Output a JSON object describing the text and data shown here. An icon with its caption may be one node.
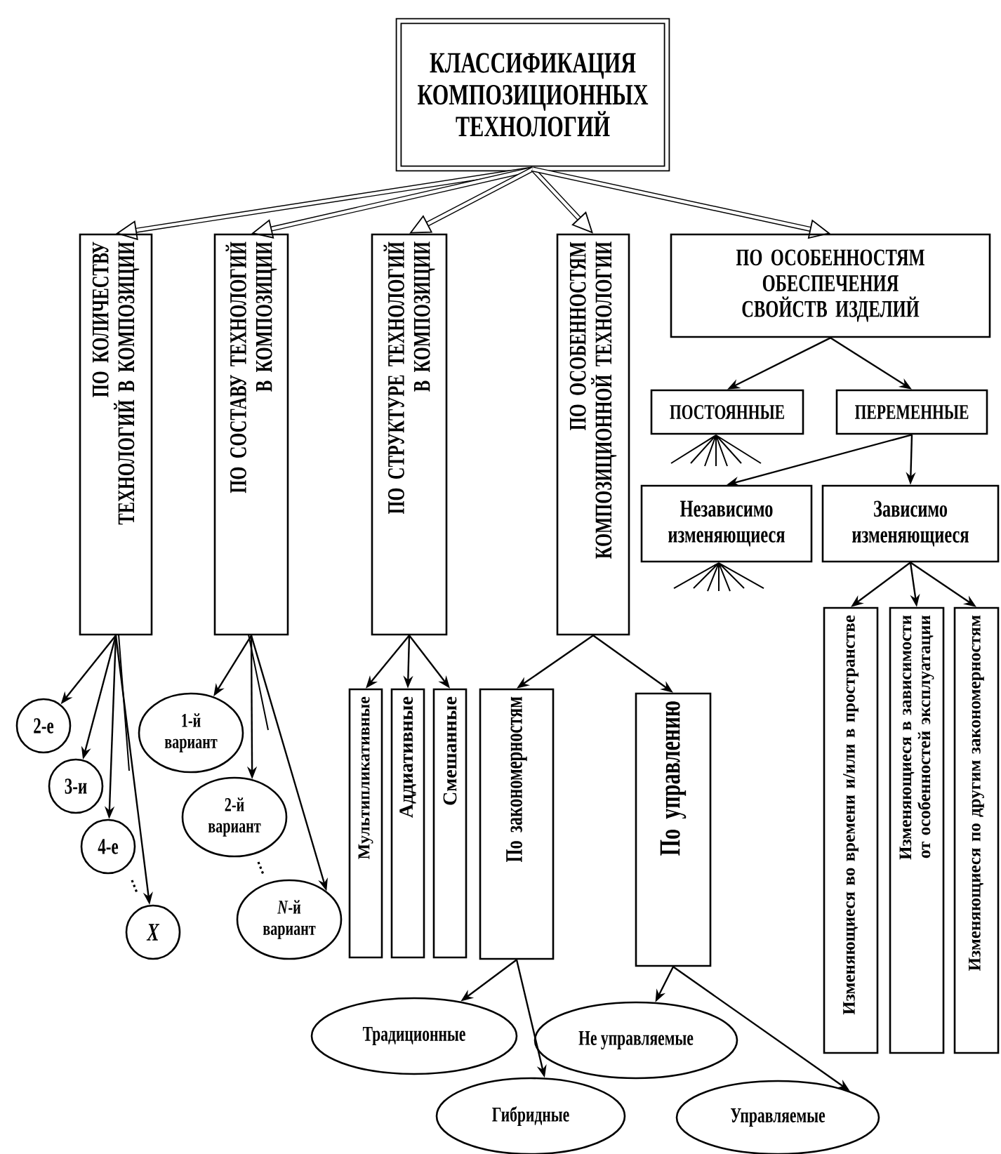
{
  "diagram": {
    "nodes": [
      {
        "text": [
          "КЛАССИФИКАЦИЯ КОМПОЗИЦИОННЫХ ТЕХНОЛОГИЙ"
        ]
      },
      {
        "text": [
          "ПО КОЛИЧЕСТВУ ТЕХНОЛОГИЙ В КОМПОЗИЦИИ"
        ]
      },
      {
        "text": [
          "ПО СОСТАВУ ТЕХНОЛОГИЙ В КОМПОЗИЦИИ"
        ]
      },
      {
        "text": [
          "ПО СТРУКТУРЕ ТЕХНОЛОГИЙ В КОМПОЗИЦИИ"
        ]
      },
      {
        "text": [
          "ПО ОСОБЕННОСТЯМ КОМПОЗИЦИОННОЙ ТЕХНОЛОГИИ"
        ]
      },
      {
        "text": [
          "ПО ОСОБЕННОСТЯМ ОБЕСПЕЧЕНИЯ СВОЙСТВ ИЗДЕЛИЙ"
        ]
      },
      {
        "text": [
          "ПОСТОЯННЫЕ"
        ]
      },
      {
        "text": [
          "ПЕРЕМЕННЫЕ"
        ]
      },
      {
        "text": [
          "Независимо изменяющиеся"
        ]
      },
      {
        "text": [
          "Зависимо изменяющиеся"
        ]
      },
      {
        "text": [
          "Изменяющиеся во времени и/или в пространстве"
        ]
      },
      {
        "text": [
          "Изменяющиеся в зависимости от особенностей эксплуатации"
        ]
      },
      {
        "text": [
          "Изменяющиеся по другим закономерностям"
        ]
      },
      {
        "text": [
          "2-е"
        ]
      },
      {
        "text": [
          "3-и"
        ]
      },
      {
        "text": [
          "4-е"
        ]
      },
      {
        "text": [
          "X"
        ]
      },
      {
        "text": [
          "1-й вариант"
        ]
      },
      {
        "text": [
          "2-й вариант"
        ]
      },
      {
        "text": [
          "*N*-й вариант"
        ]
      },
      {
        "text": [
          "Мультипликативные"
        ]
      },
      {
        "text": [
          "Аддиативные"
        ]
      },
      {
        "text": [
          "Смешанные"
        ]
      },
      {
        "text": [
          "По закономерностям"
        ]
      },
      {
        "text": [
          "По управлению"
        ]
      },
      {
        "text": [
          "Традиционные"
        ]
      },
      {
        "text": [
          "Гибридные"
        ]
      },
      {
        "text": [
          "Не управляемые"
        ]
      },
      {
        "text": [
          "Управляемые"
        ]
      }
    ],
    "edges": [
      {
        "from": 0,
        "to": 1,
        "arrow": "to",
        "style": "thick"
      },
      {
        "from": 0,
        "to": 2,
        "arrow": "to",
        "style": "thick"
      },
      {
        "from": 0,
        "to": 3,
        "arrow": "to",
        "style": "thick"
      },
      {
        "from": 0,
        "to": 4,
        "arrow": "to",
        "style": "thick"
      },
      {
        "from": 0,
        "to": 5,
        "arrow": "to",
        "style": "thick"
      },
      {
        "from": 5,
        "to": 6,
        "arrow": "to"
      },
      {
        "from": 5,
        "to": 7,
        "arrow": "to"
      },
      {
        "from": 7,
        "to": 8,
        "arrow": "to"
      },
      {
        "from": 7,
        "to": 9,
        "arrow": "to"
      },
      {
        "from": 9,
        "to": 10,
        "arrow": "to"
      },
      {
        "from": 9,
        "to": 11,
        "arrow": "to"
      },
      {
        "from": 9,
        "to": 12,
        "arrow": "to"
      },
      {
        "from": 1,
        "to": 13,
        "arrow": "to"
      },
      {
        "from": 1,
        "to": 14,
        "arrow": "to"
      },
      {
        "from": 1,
        "to": 15,
        "arrow": "to"
      },
      {
        "from": 1,
        "to": 16,
        "arrow": "to"
      },
      {
        "from": 2,
        "to": 17,
        "arrow": "to"
      },
      {
        "from": 2,
        "to": 18,
        "arrow": "to"
      },
      {
        "from": 2,
        "to": 19,
        "arrow": "to"
      },
      {
        "from": 3,
        "to": 20,
        "arrow": "to"
      },
      {
        "from": 3,
        "to": 21,
        "arrow": "to"
      },
      {
        "from": 3,
        "to": 22,
        "arrow": "to"
      },
      {
        "from": 4,
        "to": 23,
        "arrow": "to"
      },
      {
        "from": 4,
        "to": 24,
        "arrow": "to"
      },
      {
        "from": 23,
        "to": 25,
        "arrow": "to"
      },
      {
        "from": 23,
        "to": 26,
        "arrow": "to"
      },
      {
        "from": 24,
        "to": 27,
        "arrow": "to"
      },
      {
        "from": 24,
        "to": 28,
        "arrow": "to"
      }
    ]
  }
}
